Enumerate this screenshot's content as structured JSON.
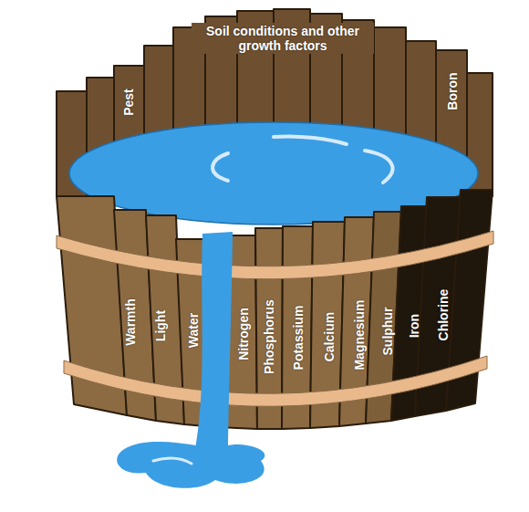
{
  "diagram": {
    "labels": [
      "Soil conditions and other growth factors",
      "Pest",
      "Boron",
      "Warmth",
      "Light",
      "Water",
      "Nitrogen",
      "Phosphorus",
      "Potassium",
      "Calcium",
      "Magnesium",
      "Sulphur",
      "Iron",
      "Chlorine"
    ]
  }
}
